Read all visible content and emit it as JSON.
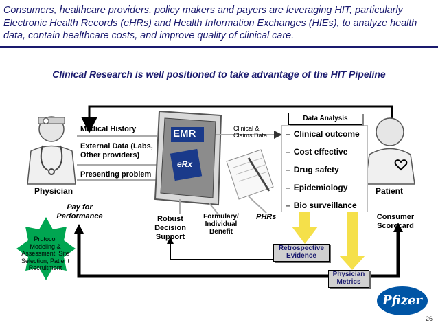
{
  "header": {
    "text": "Consumers, healthcare providers, policy makers and payers are leveraging HIT, particularly Electronic Health Records (eHRs) and Health Information Exchanges (HIEs), to analyze health data, contain healthcare costs, and improve quality of clinical care."
  },
  "subtitle": "Clinical Research is well positioned to take advantage of the HIT Pipeline",
  "physician": {
    "label": "Physician",
    "inputs": [
      "Medical History",
      "External Data (Labs, Other providers)",
      "Presenting problem"
    ]
  },
  "emr": {
    "label": "EMR",
    "erx": "eRx"
  },
  "clinical_claims": "Clinical & Claims  Data",
  "data_analysis": {
    "header": "Data Analysis",
    "items": [
      "Clinical outcome",
      "Cost effective",
      "Drug safety",
      "Epidemiology",
      "Bio surveillance"
    ]
  },
  "patient": {
    "label": "Patient"
  },
  "pay_for_performance": "Pay for Performance",
  "robust_decision_support": "Robust Decision Support",
  "formulary": "Formulary/ Individual Benefit",
  "phrs": "PHRs",
  "consumer_scorecard": "Consumer Scorecard",
  "protocol": "Protocol Modeling & Assessment, Site Selection, Patient Recruitment",
  "retrospective": "Retrospective Evidence",
  "physician_metrics": "Physician Metrics",
  "logo": "Pfizer",
  "page_number": "26",
  "colors": {
    "accent": "#1a1a6e",
    "arrow_yellow": "#f5e04a",
    "star_green": "#00a651",
    "logo_blue": "#0055a5"
  }
}
